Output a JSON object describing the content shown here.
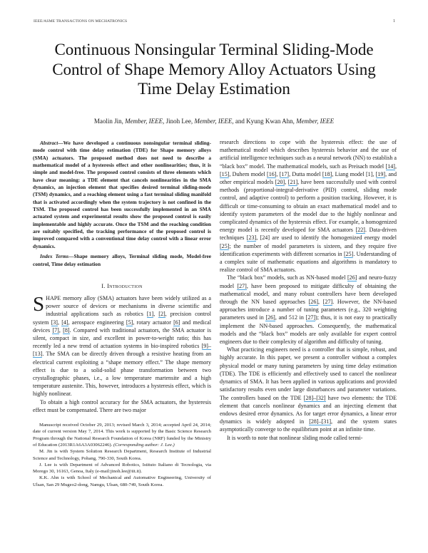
{
  "header": {
    "running_head": "IEEE/ASME TRANSACTIONS ON MECHATRONICS",
    "page_number": "1"
  },
  "title": {
    "line1": "Continuous Nonsingular Terminal Sliding-Mode",
    "line2": "Control of Shape Memory Alloy Actuators Using",
    "line3": "Time Delay Estimation"
  },
  "authors": [
    {
      "name": "Maolin Jin",
      "affiliation": "Member, IEEE"
    },
    {
      "name": "Jinoh Lee",
      "affiliation": "Member, IEEE"
    },
    {
      "name": "Kyung Kwan Ahn",
      "affiliation": "Member, IEEE"
    }
  ],
  "authors_text": {
    "sep1": ", ",
    "sep2": ", ",
    "sep3": ", and ",
    "comma": ", "
  },
  "abstract": {
    "label": "Abstract",
    "dash": "—",
    "text": "We have developed a continuous nonsingular terminal sliding-mode control with time delay estimation (TDE) for Shape memory alloys (SMA) actuators. The proposed method does not need to describe a mathematical model of a hysteresis effect and other nonlinearities; thus, it is simple and model-free. The proposed control consists of three elements which have clear meaning: a TDE element that cancels nonlinearities in the SMA dynamics, an injection element that specifies desired terminal sliding-mode (TSM) dynamics, and a reaching element using a fast terminal sliding manifold that is activated accordingly when the system trajectory is not confined in the TSM. The proposed control has been successfully implemented in an SMA actuated system and experimental results show the proposed control is easily implementable and highly accurate. Once the TSM and the reaching condition are suitably specified, the tracking performance of the proposed control is improved compared with a conventional time delay control with a linear error dynamics."
  },
  "index_terms": {
    "label": "Index Terms",
    "dash": "—",
    "text": "Shape memory alloys, Terminal sliding mode, Model-free control, Time delay estimation"
  },
  "section1": {
    "number": "I.",
    "title": "Introduction"
  },
  "intro": {
    "dropcap": "S",
    "p1": [
      {
        "t": "HAPE memory alloy (SMA) actuators have been widely utilized as a power source of devices or mechanisms in diverse scientific and industrial applications such as robotics "
      },
      {
        "c": "[1]"
      },
      {
        "t": ", "
      },
      {
        "c": "[2]"
      },
      {
        "t": ", precision control system "
      },
      {
        "c": "[3]"
      },
      {
        "t": ", "
      },
      {
        "c": "[4]"
      },
      {
        "t": ", aerospace engineering "
      },
      {
        "c": "[5]"
      },
      {
        "t": ", rotary actuator "
      },
      {
        "c": "[6]"
      },
      {
        "t": " and medical devices "
      },
      {
        "c": "[7]"
      },
      {
        "t": ", "
      },
      {
        "c": "[8]"
      },
      {
        "t": ". Compared with traditional actuators, the SMA actuator is silent, compact in size, and excellent in power-to-weight ratio; this has recently led a new trend of actuation systems in bio-inspired robotics "
      },
      {
        "c": "[9]–[13]"
      },
      {
        "t": ". The SMA can be directly driven through a resistive heating from an electrical current exploiting a “shape memory effect.” The shape memory effect is due to a solid-solid phase transformation between two crystallographic phases, i.e., a low temperature martensite and a high temperature austenite. This, however, introduces a hysteresis effect, which is highly nonlinear."
      }
    ],
    "p2": "To obtain a high control accuracy for the SMA actuators, the hysteresis effect must be compensated. There are two major",
    "p3": [
      {
        "t": "research directions to cope with the hysteresis effect: the use of mathematical model which describes hysteresis behavior and the use of artificial intelligence techniques such as a neural network (NN) to establish a “black box” model. The mathematical models, such as Preisach model "
      },
      {
        "c": "[14]"
      },
      {
        "t": ", "
      },
      {
        "c": "[15]"
      },
      {
        "t": ", Duhem model "
      },
      {
        "c": "[16]"
      },
      {
        "t": ", "
      },
      {
        "c": "[17]"
      },
      {
        "t": ", Dutta model "
      },
      {
        "c": "[18]"
      },
      {
        "t": ", Liang model [1], "
      },
      {
        "c": "[19]"
      },
      {
        "t": ", and other empirical models "
      },
      {
        "c": "[20]"
      },
      {
        "t": ", "
      },
      {
        "c": "[21]"
      },
      {
        "t": ", have been successfully used with control methods (proportional-integral-derivative (PID) control, sliding mode control, and adaptive control) to perform a position tracking. However, it is difficult or time-consuming to obtain an exact mathematical model and to identify system parameters of the model due to the highly nonlinear and complicated dynamics of the hysteresis effect. For example, a homogenized energy model is recently developed for SMA actuators "
      },
      {
        "c": "[22]"
      },
      {
        "t": ". Data-driven techniques "
      },
      {
        "c": "[23]"
      },
      {
        "t": ", [24] are used to identify the homogenized energy model "
      },
      {
        "c": "[25]"
      },
      {
        "t": "; the number of model parameters is sixteen, and they require five identification experiments with different scenarios in "
      },
      {
        "c": "[25]"
      },
      {
        "t": ". Understanding of a complex suite of mathematic equations and algorithms is mandatory to realize control of SMA actuators."
      }
    ],
    "p4": [
      {
        "t": "The “black box” models, such as NN-based model "
      },
      {
        "c": "[26]"
      },
      {
        "t": " and neuro-fuzzy model "
      },
      {
        "c": "[27]"
      },
      {
        "t": ", have been proposed to mitigate difficulty of obtaining the mathematical model, and many robust controllers have been developed through the NN based approaches "
      },
      {
        "c": "[26]"
      },
      {
        "t": ", "
      },
      {
        "c": "[27]"
      },
      {
        "t": ". However, the NN-based approaches introduce a number of tuning parameters (e.g., 320 weighting parameters used in "
      },
      {
        "c": "[26]"
      },
      {
        "t": ", and 512 in "
      },
      {
        "c": "[27]"
      },
      {
        "t": "); thus, it is not easy to practically implement the NN-based approaches. Consequently, the mathematical models and the “black box” models are only available for expert control engineers due to their complexity of algorithm and difficulty of tuning."
      }
    ],
    "p5": [
      {
        "t": "What practicing engineers need is a controller that is simple, robust, and highly accurate. In this paper, we present a controller without a complex physical model or many tuning parameters by using time delay estimation (TDE). The TDE is efficiently and effectively used to cancel the nonlinear dynamics of SMA. It has been applied in various applications and provided satisfactory results even under large disturbances and parameter variations. The controllers based on the TDE "
      },
      {
        "c": "[28]–[32]"
      },
      {
        "t": " have two elements: the TDE element that cancels nonlinear dynamics and an injecting element that endows desired error dynamics. As for target error dynamics, a linear error dynamics is widely adopted in "
      },
      {
        "c": "[28]–[31]"
      },
      {
        "t": ", and the system states asymptotically converge to the equilibrium point at an infinite time."
      }
    ],
    "p6": "It is worth to note that nonlinear sliding mode called termi-"
  },
  "footnotes": {
    "f1_text": "Manuscript received October 29, 2013; revised March 3, 2014; accepted April 24, 2014; date of current version May 7, 2014. This work is supported by the Basic Science Research Program through the National Research Foundation of Korea (NRF) funded by the Ministry of Education (2013R1A6A3A03062246). ",
    "f1_corr": "(Corresponding author: J. Lee.)",
    "f2": "M. Jin is with System Solution Research Department, Research Institute of Industrial Science and Technology, Pohang, 790-330, South Korea.",
    "f3": "J. Lee is with Department of Advanced Robotics, Istituto Italiano di Tecnologia, via Morego 30, 16163, Genoa, Italy (e-mail:jinoh.lee@iit.it).",
    "f4": "K.K. Ahn is with School of Mechanical and Automative Engineering, University of Ulsan, San 29 Mugeo2-dong, Namgu, Ulsan, 680-749, South Korea."
  },
  "colors": {
    "text": "#1a1a1a",
    "citation_link_underline": "#4aa3df"
  }
}
